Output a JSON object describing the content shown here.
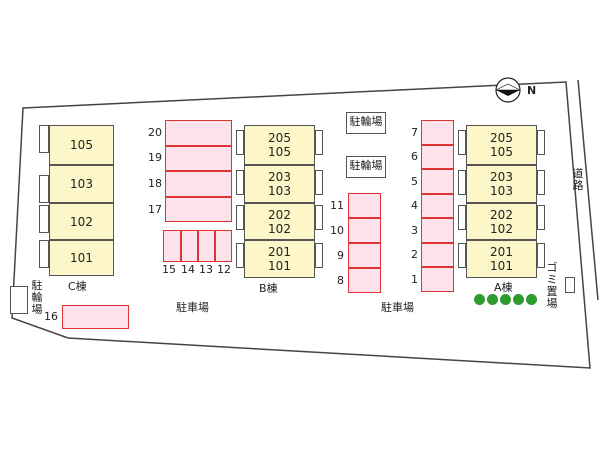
{
  "compass": {
    "label": "N",
    "icon": "north-arrow-icon"
  },
  "road_label": "道路",
  "buildings": {
    "c": {
      "label": "C棟",
      "units": [
        "105",
        "103",
        "102",
        "101"
      ]
    },
    "b": {
      "label": "B棟",
      "units": [
        [
          "205",
          "105"
        ],
        [
          "203",
          "103"
        ],
        [
          "202",
          "102"
        ],
        [
          "201",
          "101"
        ]
      ]
    },
    "a": {
      "label": "A棟",
      "units": [
        [
          "205",
          "105"
        ],
        [
          "203",
          "103"
        ],
        [
          "202",
          "102"
        ],
        [
          "201",
          "101"
        ]
      ]
    }
  },
  "bike_parking": {
    "left": "駐輪場",
    "top": "駐輪場",
    "middle": "駐輪場"
  },
  "garbage": "ゴミ置場",
  "parking_labels": {
    "left": "駐車場",
    "right": "駐車場"
  },
  "parking_spaces": {
    "col_left": [
      "20",
      "19",
      "18",
      "17"
    ],
    "row_left": [
      "15",
      "14",
      "13",
      "12"
    ],
    "col_mid": [
      "11",
      "10",
      "9",
      "8"
    ],
    "col_right": [
      "7",
      "6",
      "5",
      "4",
      "3",
      "2",
      "1"
    ],
    "single": "16"
  },
  "colors": {
    "building_fill": "#fdf6c8",
    "parking_fill": "#fde2ec",
    "parking_border": "#dd3333",
    "tree": "#2f9a2f"
  }
}
